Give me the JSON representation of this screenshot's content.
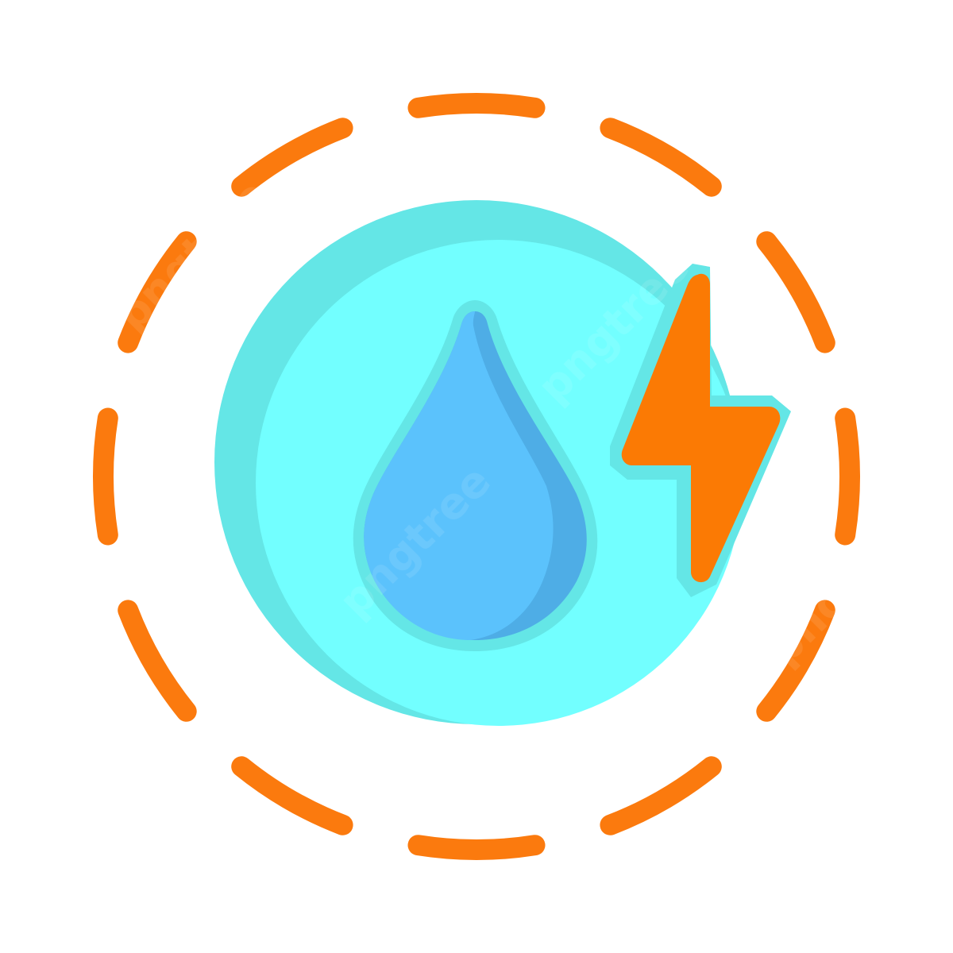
{
  "icon": {
    "name": "water-energy-icon",
    "parts": [
      "dashed-orbit",
      "circle-badge",
      "water-drop",
      "lightning-bolt"
    ]
  },
  "colors": {
    "background": "#ffffff",
    "orbit_dash": "#fb7a0e",
    "circle_light": "#72ffff",
    "circle_shadow": "#64e6e6",
    "drop_fill": "#5bc2fc",
    "drop_shade": "#4eade6",
    "drop_outline": "#64e6e6",
    "bolt_fill": "#fb7a04",
    "bolt_outline": "#64e6e6"
  },
  "watermark": {
    "text": "pngtree"
  }
}
